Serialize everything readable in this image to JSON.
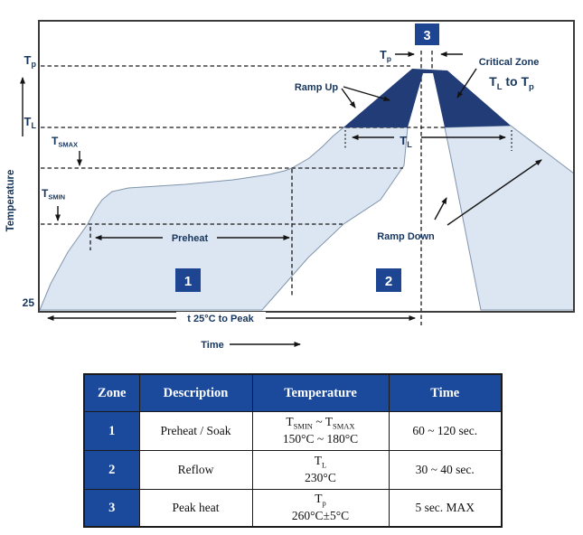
{
  "diagram": {
    "y_axis": {
      "label": "Temperature",
      "tick_tp": {
        "base": "T",
        "sub": "p"
      },
      "tick_tl": {
        "base": "T",
        "sub": "L"
      },
      "tick_origin": "25"
    },
    "x_axis": {
      "label": "Time"
    },
    "annotations": {
      "tsmax": {
        "base": "T",
        "sub": "SMAX"
      },
      "tsmin": {
        "base": "T",
        "sub": "SMIN"
      },
      "preheat": "Preheat",
      "ramp_up": "Ramp Up",
      "ramp_down": "Ramp Down",
      "critical_zone_line1": "Critical Zone",
      "critical_zone_line2": {
        "t1": "T",
        "s1": "L",
        "t2": " to T",
        "s2": "p"
      },
      "tp_width_label": {
        "base": "T",
        "sub": "p"
      },
      "tl_width_label": {
        "base": "T",
        "sub": "L"
      },
      "t25_to_peak": "t 25°C to Peak"
    },
    "zone_badges": {
      "zone1": "1",
      "zone2": "2",
      "zone3": "3"
    },
    "colors": {
      "critical_navy": "#213c77",
      "badge_navy": "#1e4591",
      "band_light_blue": "#dce6f2",
      "band_edge_gray": "#8195ac",
      "table_header_blue": "#1b4a9c",
      "label_navy": "#17365d"
    }
  },
  "table": {
    "headers": [
      "Zone",
      "Description",
      "Temperature",
      "Time"
    ],
    "rows": [
      {
        "zone": "1",
        "description": "Preheat / Soak",
        "temp_line1": [
          {
            "t": "T"
          },
          {
            "s": "SMIN"
          },
          {
            "t": " ~ T"
          },
          {
            "s": "SMAX"
          }
        ],
        "temp_line2": "150°C ~ 180°C",
        "time": "60 ~ 120 sec."
      },
      {
        "zone": "2",
        "description": "Reflow",
        "temp_line1": [
          {
            "t": "T"
          },
          {
            "s": "L"
          }
        ],
        "temp_line2": "230°C",
        "time": "30 ~ 40 sec."
      },
      {
        "zone": "3",
        "description": "Peak heat",
        "temp_line1": [
          {
            "t": "T"
          },
          {
            "s": "p"
          }
        ],
        "temp_line2": "260°C±5°C",
        "time": "5 sec. MAX"
      }
    ]
  }
}
